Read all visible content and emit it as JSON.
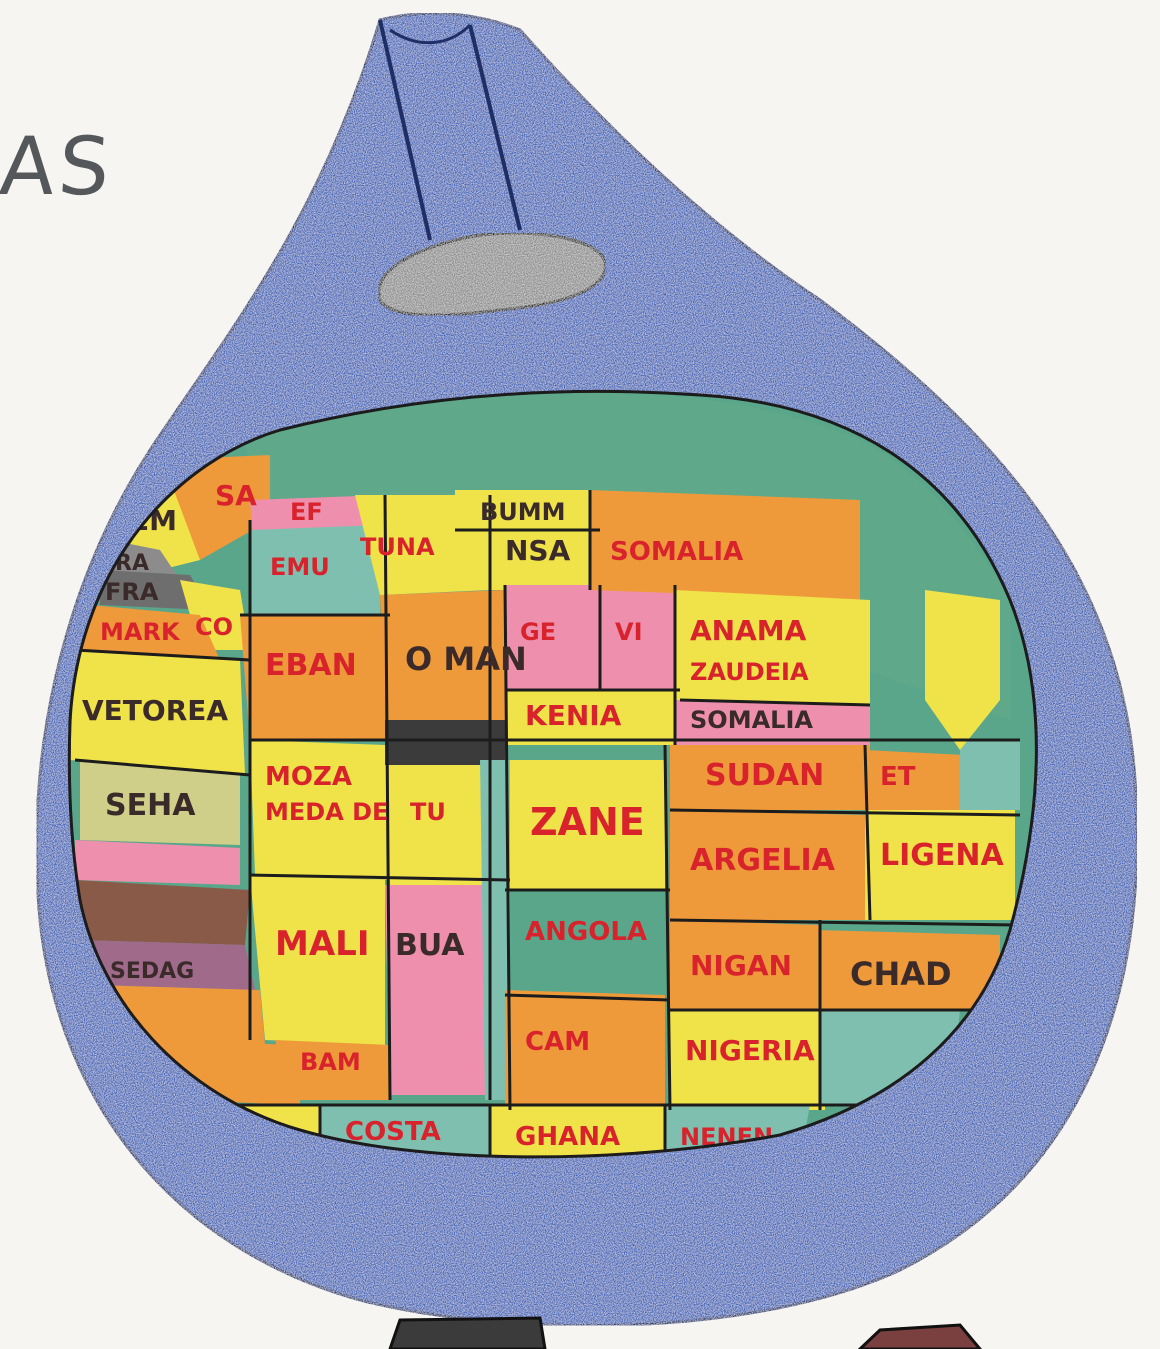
{
  "corner_text": "AS",
  "region_labels": {
    "sa": "SA",
    "em": "EM",
    "ra": "RA",
    "fra": "FRA",
    "co": "CO",
    "mark": "MARK",
    "vetorea": "VETOREA",
    "ef": "EF",
    "emu": "EMU",
    "tuna": "TUNA",
    "buma": "BUMM",
    "nsa": "NSA",
    "somalia_top": "SOMALIA",
    "eban": "EBAN",
    "oman": "O MAN",
    "gei": "GE",
    "vi": "VI",
    "anama": "ANAMA",
    "zaudeia": "ZAUDEIA",
    "kenia": "KENIA",
    "somalia": "SOMALIA",
    "moza": "MOZA",
    "medade": "MEDA DE",
    "seha": "SEHA",
    "tu": "TU",
    "zane": "ZANE",
    "sudan": "SUDAN",
    "et": "ET",
    "ligena": "LIGENA",
    "argelia": "ARGELIA",
    "mali": "MALI",
    "bua": "BUA",
    "angola": "ANGOLA",
    "nigeria_top": "NIGAN",
    "chad": "CHAD",
    "sedag": "SEDAG",
    "cam": "CAM",
    "nigeria": "NIGERIA",
    "bam": "BAM",
    "costa": "COSTA",
    "ghana": "GHANA",
    "nenen": "NENEN"
  },
  "colors": {
    "ocean": "#3f63b8",
    "ocean_dark": "#2c4a9a",
    "yellow": "#f0e34a",
    "orange": "#ef9a3a",
    "pink": "#ee8fae",
    "green": "#5aa68a",
    "teal": "#7fbfb0",
    "brown": "#8a5a48",
    "gray": "#6e6e6e",
    "dark": "#3b3b3b",
    "label": "#d8232d"
  }
}
